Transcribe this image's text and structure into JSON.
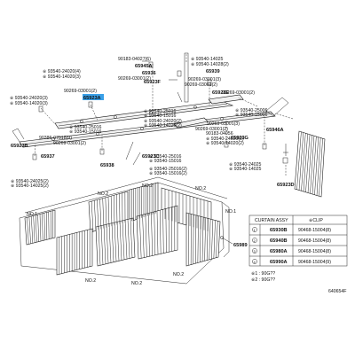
{
  "diagram_id": "640654F",
  "highlight_color": "#3aa0e8",
  "part_labels": {
    "p65945A": "65945A",
    "p65936": "65936",
    "p65939": "65939",
    "p65923F": "65923F",
    "p65923E": "65923E",
    "p65923A": "65923A",
    "p65923B": "65923B",
    "p65937": "65937",
    "p65938": "65938",
    "p65923C": "65923C",
    "p65946A": "65946A",
    "p65923G": "65923G",
    "p65923D": "65923D",
    "p65989": "65989"
  },
  "fastener_labels": {
    "f90183_04027": "90183-04027(6)",
    "f93540_14025_top": "※ 93540-14025",
    "f93540_14028_top": "※ 93540-14028(2)",
    "f93540_24020_left": "※ 93540-24020(4)",
    "f93540_14020_left": "※ 93540-14020(3)",
    "f90269_03001_a": "90269-03001(2)",
    "f90269_03001_b": "90269-03001(3)",
    "f90269_03001_c": "90269-03001(2)",
    "f90269_03001_d": "90269-03001(2)",
    "f90269_03001_e": "90269-03001(2)",
    "f90269_03001_f": "90269-03001(2)",
    "f90269_03001_g": "90269-03001(3)",
    "f93540_24020_l2": "※ 93540-24020(3)",
    "f93540_14020_l2": "※ 93540-14020(3)",
    "f93540_25016_a": "※ 93540-25016",
    "f93540_15016_a": "※ 93540-15016",
    "f93540_24020_m": "※ 93540-24020(2)",
    "f93540_14020_m": "※ 93540-14020(2)",
    "f93540_25016_b": "※ 93540-25016",
    "f93540_15016_b": "※ 93540-15016",
    "f90386_07018": "90386-07018(9)",
    "f93540_25016_r": "※ 93540-25006",
    "f93540_15016_r": "※ 93540-15006",
    "f90183_04056": "90183-04056",
    "f93540_24020_r": "※ 93540-24020(2)",
    "f93540_14020_r": "※ 93540-14020(2)",
    "f93540_25016_c": "※ 93540-25016",
    "f93540_15016_c": "※ 93540-15016",
    "f93540_25016_d": "※ 93540-25016(2)",
    "f93540_15016_d": "※ 93540-15016(2)",
    "f93540_24025_bl": "※ 93540-24025(2)",
    "f93540_14025_bl": "※ 93540-14025(2)",
    "f93540_24025_br": "※ 93540-24025",
    "f93540_14025_br": "※ 93540-14025",
    "f90269_03001_m": "90269-03001(2)"
  },
  "window_labels": [
    "NO.1",
    "NO.2",
    "NO.2",
    "NO.2",
    "NO.1",
    "NO.2",
    "NO.2",
    "NO.2"
  ],
  "legend_table": {
    "headers": [
      "CURTAIN ASSY",
      "※CLIP"
    ],
    "rows": [
      {
        "curtain": "65930B",
        "clip": "90468-15004(8)"
      },
      {
        "curtain": "65940B",
        "clip": "90468-15004(8)"
      },
      {
        "curtain": "65980A",
        "clip": "90468-15004(8)"
      },
      {
        "curtain": "65990A",
        "clip": "90468-15004(9)"
      }
    ]
  },
  "footnotes": [
    "※1 : 90G??",
    "※2 : 90G??"
  ]
}
